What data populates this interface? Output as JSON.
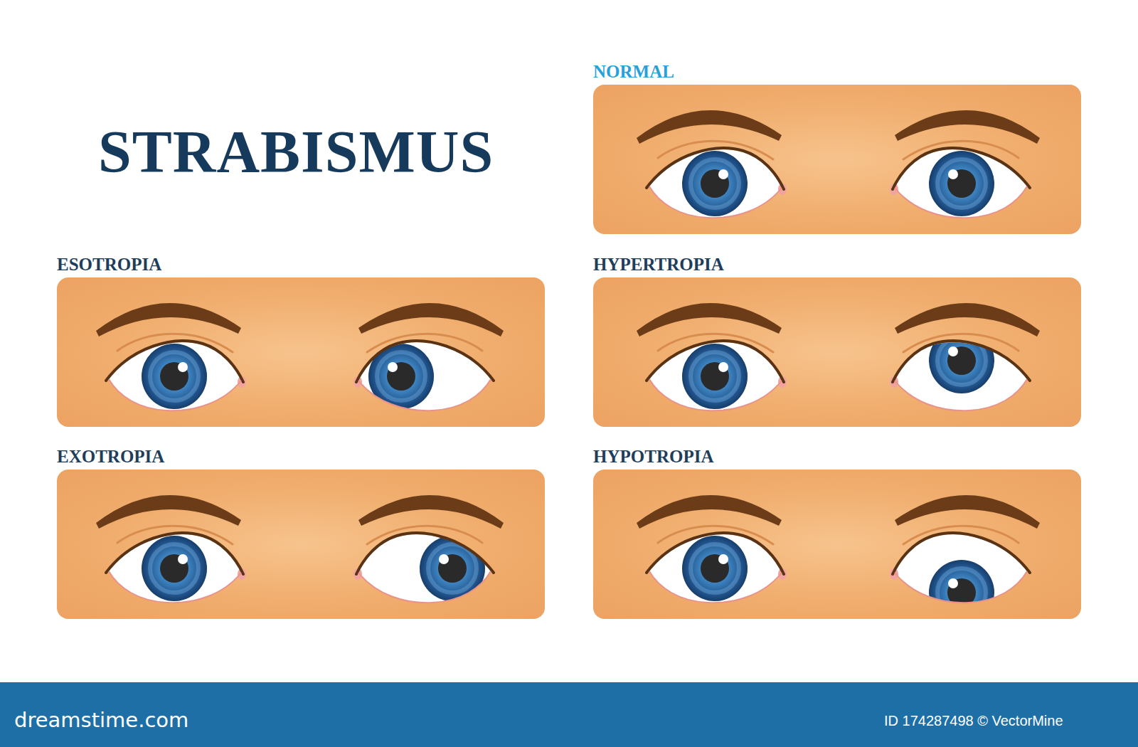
{
  "diagram": {
    "title": "STRABISMUS",
    "nodes": [
      {
        "text": [
          "NORMAL"
        ]
      },
      {
        "text": [
          "ESOTROPIA"
        ]
      },
      {
        "text": [
          "HYPERTROPIA"
        ]
      },
      {
        "text": [
          "EXOTROPIA"
        ]
      },
      {
        "text": [
          "HYPOTROPIA"
        ]
      }
    ],
    "labels": [
      "dreamstime.com",
      "ID 174287498 © VectorMine"
    ]
  }
}
